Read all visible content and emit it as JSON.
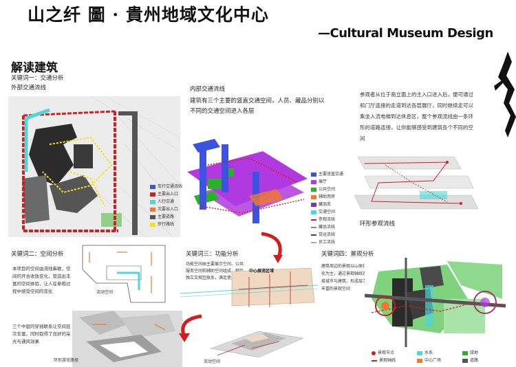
{
  "header": {
    "title": "山之纤 圖 · 貴州地域文化中心",
    "subtitle": "—Cultural Museum Design"
  },
  "section": {
    "title": "解读建筑"
  },
  "panel1": {
    "kw": "关键词一：交通分析",
    "sub": "外部交通流线",
    "legend": [
      "车行交通流线",
      "主要出入口",
      "人行交通",
      "次要出入口",
      "主要道路",
      "步行路线"
    ]
  },
  "panel2": {
    "heading": "内部交通流线",
    "desc": "建筑有三个主要的竖直交通空间，人员、藏品分别以不同的交通空间进入各层",
    "legend": [
      "主要竖直交通",
      "展厅",
      "公共空间",
      "辅助用房",
      "藏品库",
      "交通空间",
      "参观流线",
      "藏品流线",
      "货运流线",
      "员工流线"
    ]
  },
  "panel3": {
    "desc": "参观者从位于南立面上的主入口进入后，便可通过和门厅连接的走道到达各层展厅，同时继续走可以乘坐人流电梯到达休息区，整个参观流线由一条环形的道路连接，让你能够感受到建筑各个不同的空间",
    "caption": "环形参观流线"
  },
  "panel4": {
    "kw": "关键词二：空间分析",
    "desc1": "本项目的空间由流线串联，空间的开合收放变化，营造出丰富的空间体验，让人在参观过程中感受空间的变化",
    "desc2": "三个中庭的穿插联系让空间层次丰富，同时取得了良好的采光与通风效果",
    "caption1": "流动空间",
    "caption2": "环形游览路径"
  },
  "panel5": {
    "kw": "关键词三：功能分析",
    "desc": "功能空间由主要展示空间、公共服务空间和辅助空间组成，相互独立又相互联系，满足使用要求",
    "label": "中心展览区域",
    "caption": "流动空间"
  },
  "panel6": {
    "kw": "关键词四：景观分析",
    "desc": "建筑周边的景观以山体绿化为主，通过景观轴线连接城市与建筑，形成层次丰富的景观空间",
    "legend": [
      "景观节点",
      "水系",
      "绿地",
      "景观轴线",
      "中心广场",
      "道路"
    ]
  },
  "colors": {
    "red": "#d11f1f",
    "yellow": "#f2e229",
    "cyan": "#4fd6d6",
    "green": "#2bb02b",
    "purple": "#b03adf",
    "blue": "#3c53e0",
    "orange": "#f07a2a"
  }
}
